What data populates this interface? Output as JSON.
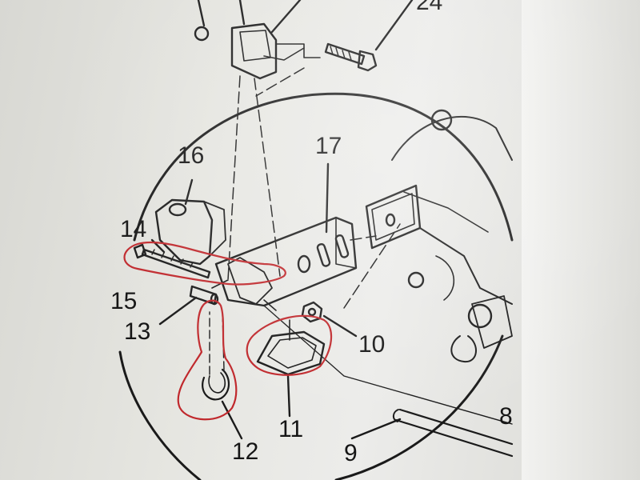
{
  "callouts": [
    {
      "id": "c24",
      "text": "24"
    },
    {
      "id": "c17",
      "text": "17"
    },
    {
      "id": "c16",
      "text": "16"
    },
    {
      "id": "c14",
      "text": "14"
    },
    {
      "id": "c15",
      "text": "15"
    },
    {
      "id": "c13",
      "text": "13"
    },
    {
      "id": "c10",
      "text": "10"
    },
    {
      "id": "c11",
      "text": "11"
    },
    {
      "id": "c12",
      "text": "12"
    },
    {
      "id": "c9",
      "text": "9"
    },
    {
      "id": "c8",
      "text": "8"
    }
  ],
  "colors": {
    "ink": "#1a1a1a",
    "annotation": "#c0282c",
    "paper": "#ececea"
  }
}
